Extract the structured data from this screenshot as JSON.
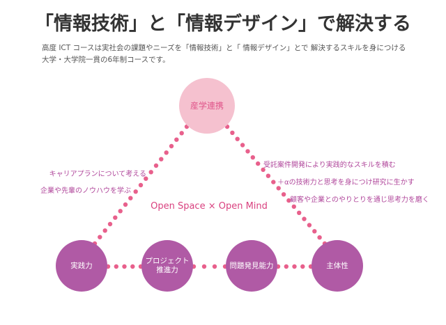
{
  "title": "「情報技術」と「情報デザイン」で解決する",
  "intro": {
    "line1": "高度 ICT コースは実社会の課題やニーズを「情報技術」と「 情報デザイン」とで 解決するスキルを身につける",
    "line2": "大学・大学院一貫の6年制コースです。"
  },
  "nodes": {
    "top": "産学連携",
    "practice": "実践力",
    "project": "プロジェクト\n推進力",
    "problem": "問題発見能力",
    "autonomy": "主体性"
  },
  "left_notes": [
    "キャリアプランについて考える",
    "企業や先輩のノウハウを学ぶ"
  ],
  "right_notes": [
    "受託案件開発により実践的なスキルを積む",
    "＋αの技術力と思考を身につけ研究に生かす",
    "顧客や企業とのやりとりを通じ思考力を磨く"
  ],
  "center_text": "Open Space × Open Mind",
  "colors": {
    "top_circle": "#f5c1cf",
    "bottom_circle": "#b05aa5",
    "dots": "#e8608c",
    "top_label": "#e0558a",
    "note_text": "#b0479b",
    "center_text": "#d9417f"
  }
}
